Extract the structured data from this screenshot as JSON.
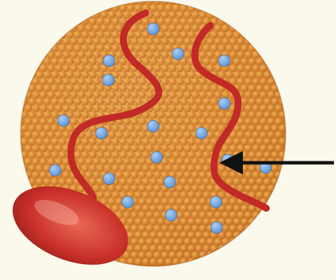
{
  "diagram": {
    "background_color": "#faf9ec",
    "particle": {
      "body_colors": {
        "highlight": "#f7c072",
        "mid": "#e89a3a",
        "shadow": "#c46d1b",
        "bead_light": "#f6b35a",
        "bead_dark": "#b8651c"
      },
      "inclusion_color": "#5a93d6",
      "inclusion_count": 20,
      "chain_color": "#c22a27",
      "chain_count": 2,
      "attached_body_color": "#c9302a"
    },
    "pointer": {
      "color": "#111111",
      "target": "red-chain"
    }
  }
}
